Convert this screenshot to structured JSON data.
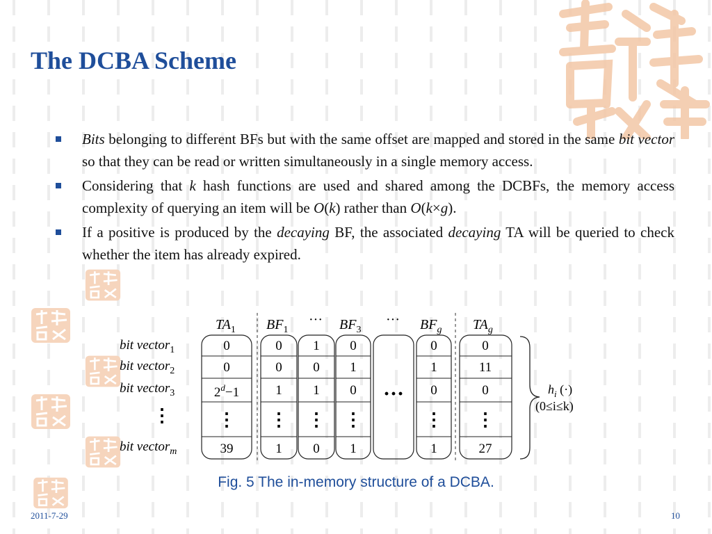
{
  "slide": {
    "title": "The DCBA Scheme",
    "bullets": [
      {
        "segments": [
          {
            "text": "Bits",
            "italic": true
          },
          {
            "text": " belonging to different BFs but with the same offset are mapped and stored in the same ",
            "italic": false
          },
          {
            "text": "bit vector",
            "italic": true
          },
          {
            "text": " so that they can be read or written simultaneously in a single memory access.",
            "italic": false
          }
        ]
      },
      {
        "segments": [
          {
            "text": "Considering that ",
            "italic": false
          },
          {
            "text": "k",
            "italic": true
          },
          {
            "text": " hash functions are used and shared among the DCBFs, the memory access complexity of querying an item will be ",
            "italic": false
          },
          {
            "text": "O",
            "italic": true
          },
          {
            "text": "(",
            "italic": false
          },
          {
            "text": "k",
            "italic": true
          },
          {
            "text": ") rather than ",
            "italic": false
          },
          {
            "text": "O",
            "italic": true
          },
          {
            "text": "(",
            "italic": false
          },
          {
            "text": "k",
            "italic": true
          },
          {
            "text": "×",
            "italic": false
          },
          {
            "text": "g",
            "italic": true
          },
          {
            "text": ").",
            "italic": false
          }
        ]
      },
      {
        "segments": [
          {
            "text": "If a positive is produced by the ",
            "italic": false
          },
          {
            "text": "decaying",
            "italic": true
          },
          {
            "text": " BF, the associated ",
            "italic": false
          },
          {
            "text": "decaying",
            "italic": true
          },
          {
            "text": " TA will be queried to check whether the item has already expired.",
            "italic": false
          }
        ]
      }
    ],
    "caption": "Fig. 5  The in-memory structure of a DCBA.",
    "footer_date": "2011-7-29",
    "page_number": "10"
  },
  "figure": {
    "column_headers": [
      {
        "base": "TA",
        "sub": "1"
      },
      {
        "base": "BF",
        "sub": "1"
      },
      {
        "base": "BF",
        "sub": "3"
      },
      {
        "base": "BF",
        "sub": "g"
      },
      {
        "base": "TA",
        "sub": "g"
      }
    ],
    "header_ellipsis": "···",
    "row_labels": [
      {
        "base": "bit vector",
        "sub": "1"
      },
      {
        "base": "bit vector",
        "sub": "2"
      },
      {
        "base": "bit vector",
        "sub": "3"
      },
      {
        "base": "bit vector",
        "sub": "m"
      }
    ],
    "columns": {
      "ta1": [
        "0",
        "0",
        "2^d−1",
        "39"
      ],
      "bf1": [
        "0",
        "0",
        "1",
        "1"
      ],
      "bf2": [
        "1",
        "0",
        "1",
        "0"
      ],
      "bf3": [
        "0",
        "1",
        "0",
        "1"
      ],
      "bfg": [
        "0",
        "1",
        "0",
        "1"
      ],
      "tag": [
        "0",
        "11",
        "0",
        "27"
      ]
    },
    "ta1_row3": {
      "base": "2",
      "sup": "d",
      "tail": "−1"
    },
    "vertical_dots": "⋮",
    "middle_ellipsis": "···",
    "hash_label": {
      "func": "h",
      "sub": "i",
      "arg": " (·)",
      "range": "(0≤i≤k)"
    }
  },
  "colors": {
    "title": "#1f4e9a",
    "caption": "#1f4e9a",
    "bullet_marker": "#1f4e9a",
    "seal": "#f3c7a6"
  }
}
